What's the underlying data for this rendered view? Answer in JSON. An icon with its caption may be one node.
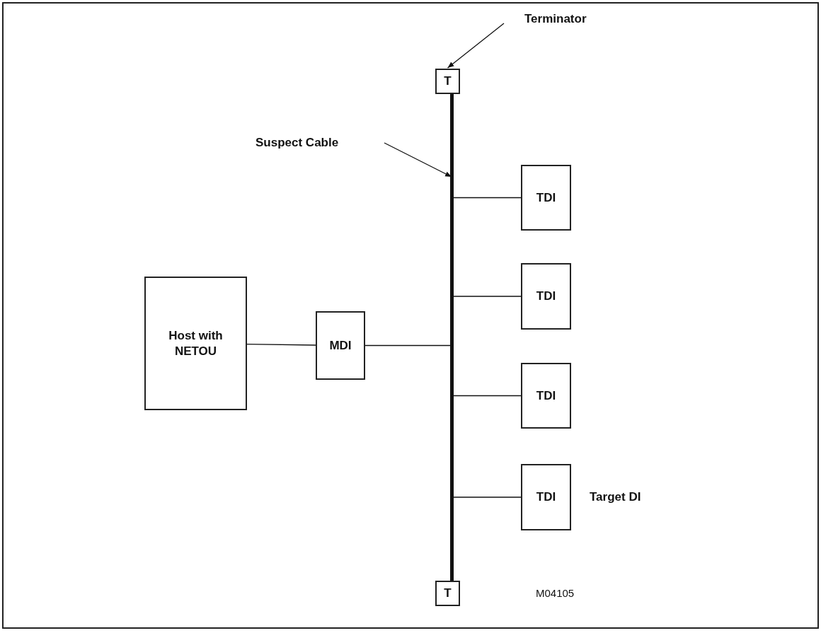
{
  "diagram": {
    "nodes": [
      {
        "text": [
          "Host with NETOU"
        ]
      },
      {
        "text": [
          "MDI"
        ]
      },
      {
        "text": [
          "T"
        ]
      },
      {
        "text": [
          "TDI"
        ]
      },
      {
        "text": [
          "TDI"
        ]
      },
      {
        "text": [
          "TDI"
        ]
      },
      {
        "text": [
          "TDI"
        ],
        "beside": [
          "Target DI"
        ]
      },
      {
        "text": [
          "T"
        ]
      },
      {
        "text": [],
        "shape": "bar"
      },
      {
        "text": [
          "Terminator"
        ]
      },
      {
        "text": [
          "Suspect Cable"
        ]
      }
    ],
    "edges": [
      {
        "from": 0,
        "to": 1,
        "arrow": "none"
      },
      {
        "from": 1,
        "to": 8,
        "arrow": "none"
      },
      {
        "from": 8,
        "to": 3,
        "arrow": "none"
      },
      {
        "from": 8,
        "to": 4,
        "arrow": "none"
      },
      {
        "from": 8,
        "to": 5,
        "arrow": "none"
      },
      {
        "from": 8,
        "to": 6,
        "arrow": "none"
      },
      {
        "from": 9,
        "to": 2,
        "arrow": "to"
      },
      {
        "from": 10,
        "to": 8,
        "arrow": "to"
      }
    ],
    "labels": [
      "M04105"
    ]
  }
}
